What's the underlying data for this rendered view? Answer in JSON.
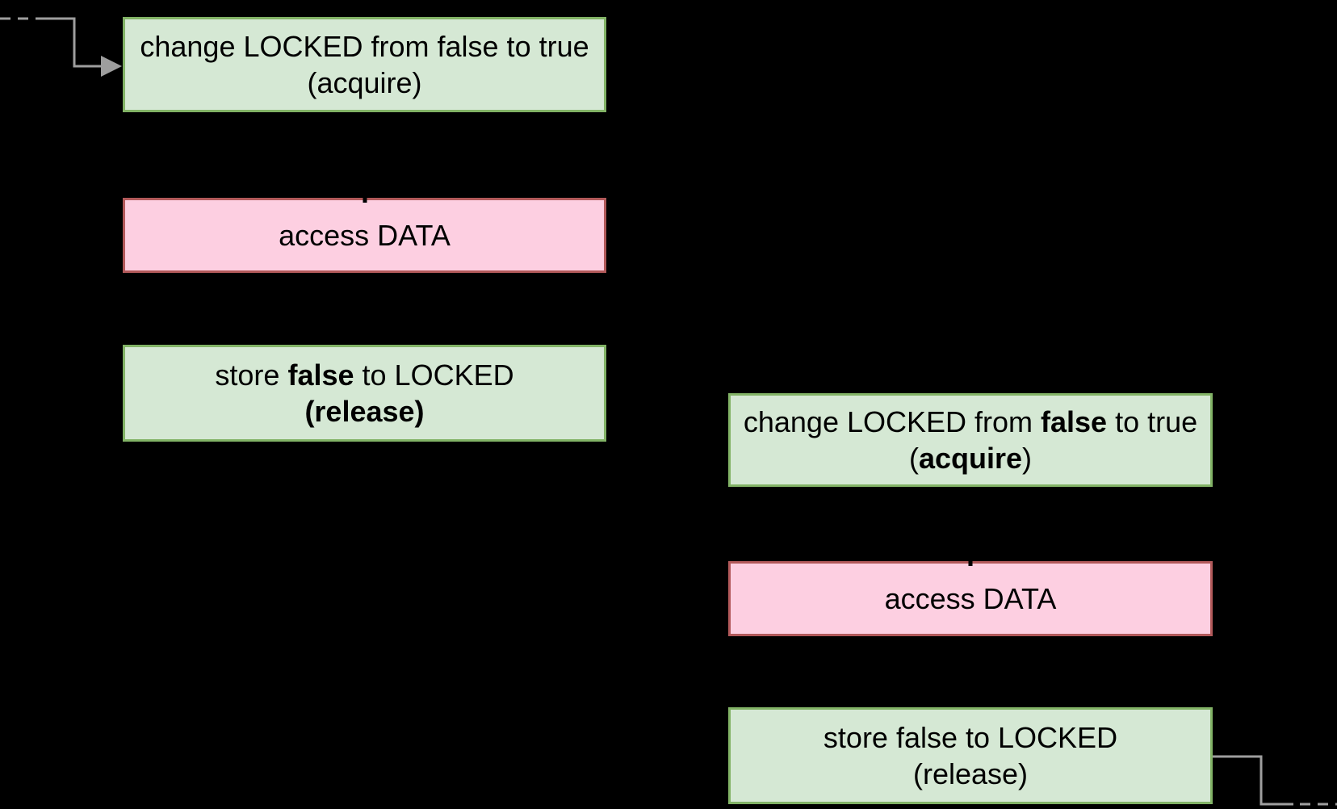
{
  "colors": {
    "background": "#000000",
    "green_fill": "#d5e8d4",
    "green_border": "#82b366",
    "pink_fill": "#fdcfe1",
    "pink_border": "#b2595a",
    "connector_gray": "#9e9e9e",
    "text": "#000000"
  },
  "boxes": [
    {
      "key": "left-acquire",
      "kind": "green",
      "lines": [
        [
          {
            "text": "change LOCKED from false to true",
            "bold": false
          }
        ],
        [
          {
            "text": "(acquire)",
            "bold": false
          }
        ]
      ],
      "notch": false
    },
    {
      "key": "left-access-data",
      "kind": "pink",
      "lines": [
        [
          {
            "text": "access DATA",
            "bold": false
          }
        ]
      ],
      "notch": true
    },
    {
      "key": "left-release",
      "kind": "green",
      "lines": [
        [
          {
            "text": "store ",
            "bold": false
          },
          {
            "text": "false",
            "bold": true
          },
          {
            "text": " to LOCKED",
            "bold": false
          }
        ],
        [
          {
            "text": "(release)",
            "bold": true
          }
        ]
      ],
      "notch": false
    },
    {
      "key": "right-acquire",
      "kind": "green",
      "lines": [
        [
          {
            "text": "change LOCKED from ",
            "bold": false
          },
          {
            "text": "false",
            "bold": true
          },
          {
            "text": " to true",
            "bold": false
          }
        ],
        [
          {
            "text": "(",
            "bold": false
          },
          {
            "text": "acquire",
            "bold": true
          },
          {
            "text": ")",
            "bold": false
          }
        ]
      ],
      "notch": false
    },
    {
      "key": "right-access-data",
      "kind": "pink",
      "lines": [
        [
          {
            "text": "access DATA",
            "bold": false
          }
        ]
      ],
      "notch": true
    },
    {
      "key": "right-release",
      "kind": "green",
      "lines": [
        [
          {
            "text": "store false to LOCKED",
            "bold": false
          }
        ],
        [
          {
            "text": "(release)",
            "bold": false
          }
        ]
      ],
      "notch": false
    }
  ]
}
